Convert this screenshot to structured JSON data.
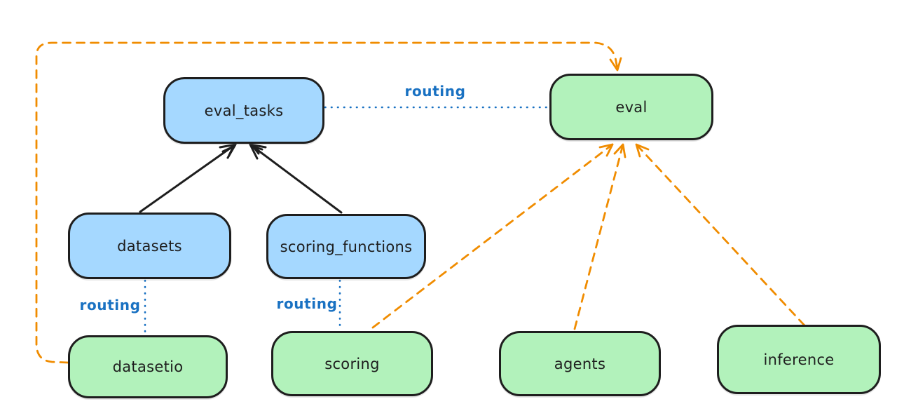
{
  "diagram": {
    "nodes": {
      "eval_tasks": {
        "label": "eval_tasks",
        "fill": "blue"
      },
      "datasets": {
        "label": "datasets",
        "fill": "blue"
      },
      "scoring_functions": {
        "label": "scoring_functions",
        "fill": "blue"
      },
      "eval": {
        "label": "eval",
        "fill": "green"
      },
      "datasetio": {
        "label": "datasetio",
        "fill": "green"
      },
      "scoring": {
        "label": "scoring",
        "fill": "green"
      },
      "agents": {
        "label": "agents",
        "fill": "green"
      },
      "inference": {
        "label": "inference",
        "fill": "green"
      }
    },
    "edge_labels": {
      "eval_tasks_to_eval": "routing",
      "datasets_to_datasetio": "routing",
      "scoring_functions_to_scoring": "routing"
    },
    "edges": [
      {
        "from": "datasets",
        "to": "eval_tasks",
        "style": "solid-black-arrow"
      },
      {
        "from": "scoring_functions",
        "to": "eval_tasks",
        "style": "solid-black-arrow"
      },
      {
        "from": "eval_tasks",
        "to": "eval",
        "style": "dotted-blue",
        "label": "routing"
      },
      {
        "from": "datasets",
        "to": "datasetio",
        "style": "dotted-blue",
        "label": "routing"
      },
      {
        "from": "scoring_functions",
        "to": "scoring",
        "style": "dotted-blue",
        "label": "routing"
      },
      {
        "from": "datasetio",
        "to": "eval",
        "style": "dashed-orange-arrow"
      },
      {
        "from": "scoring",
        "to": "eval",
        "style": "dashed-orange-arrow"
      },
      {
        "from": "agents",
        "to": "eval",
        "style": "dashed-orange-arrow"
      },
      {
        "from": "inference",
        "to": "eval",
        "style": "dashed-orange-arrow"
      }
    ],
    "colors": {
      "background": "#ffffff",
      "blue_node_fill": "#a5d8ff",
      "green_node_fill": "#b2f2bb",
      "outline": "#1e1e1e",
      "routing_blue": "#1971c2",
      "dependency_orange": "#f08c00"
    }
  }
}
